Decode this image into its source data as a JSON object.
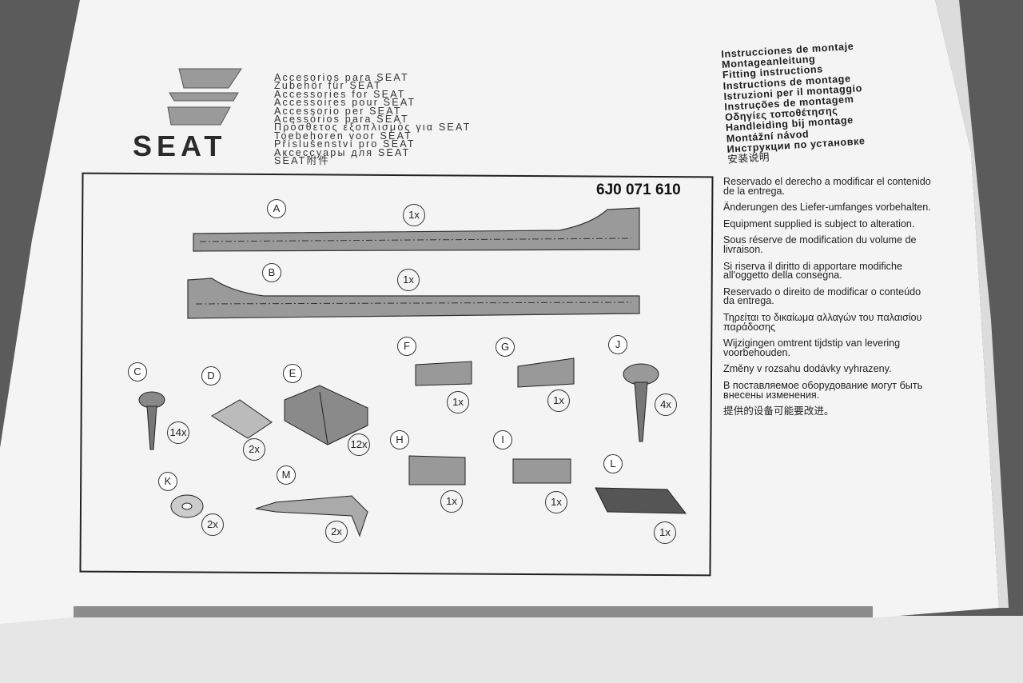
{
  "brand": {
    "name": "SEAT"
  },
  "accessories_lines": [
    "Accesorios para SEAT",
    "Zubehör für SEAT",
    "Accessories for SEAT",
    "Accessoires pour SEAT",
    "Accessorio per SEAT",
    "Acessórios para SEAT",
    "Πρόσθετος εξοπλισμός για SEAT",
    "Toebehoren voor SEAT",
    "Příslušenství pro SEAT",
    "Аксессуары для SEAT",
    "SEAT附件"
  ],
  "instructions_headings": [
    "Instrucciones de montaje",
    "Montageanleitung",
    "Fitting instructions",
    "Instructions de montage",
    "Istruzioni per il montaggio",
    "Instruções de montagem",
    "Οδηγίες τοποθέτησης",
    "Handleiding bij montage",
    "Montážní návod",
    "Инструкции по установке",
    "安装说明"
  ],
  "notes": [
    "Reservado el derecho a modificar el contenido de la entrega.",
    "Änderungen des Liefer-umfanges vorbehalten.",
    "Equipment supplied is subject to alteration.",
    "Sous réserve de modification du volume de livraison.",
    "Si riserva il diritto di apportare modifiche all'oggetto della consegna.",
    "Reservado o direito de modificar o conteúdo da entrega.",
    "Τηρείται το δικαίωμα αλλαγών του παλαισίου παράδοσης",
    "Wijzigingen omtrent tijdstip van levering voorbehouden.",
    "Změny v rozsahu dodávky vyhrazeny.",
    "В поставляемое оборудование могут быть внесены изменения.",
    "提供的设备可能要改进。"
  ],
  "part_number": "6J0 071 610",
  "parts": [
    {
      "label": "A",
      "qty": "1x"
    },
    {
      "label": "B",
      "qty": "1x"
    },
    {
      "label": "C",
      "qty": "14x"
    },
    {
      "label": "D",
      "qty": "2x"
    },
    {
      "label": "E",
      "qty": "12x"
    },
    {
      "label": "F",
      "qty": "1x"
    },
    {
      "label": "G",
      "qty": "1x"
    },
    {
      "label": "H",
      "qty": "1x"
    },
    {
      "label": "I",
      "qty": "1x"
    },
    {
      "label": "J",
      "qty": "4x"
    },
    {
      "label": "K",
      "qty": "2x"
    },
    {
      "label": "L",
      "qty": "1x"
    },
    {
      "label": "M",
      "qty": "2x"
    }
  ]
}
